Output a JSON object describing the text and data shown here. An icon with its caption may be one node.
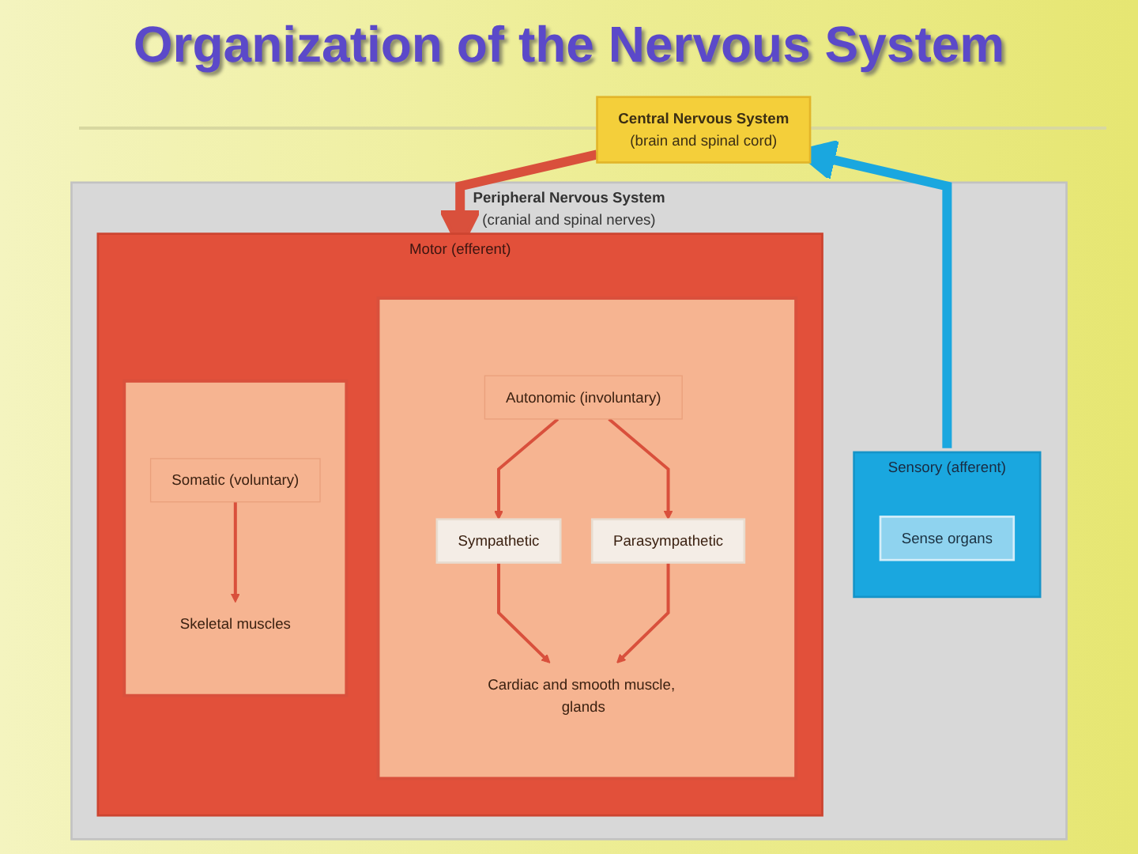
{
  "diagram": {
    "title": "Organization of the Nervous System",
    "nodes": [
      {
        "text": [
          "Central Nervous System",
          "(brain and spinal cord)"
        ]
      },
      {
        "text": [
          "Peripheral Nervous System",
          "(cranial and spinal nerves)"
        ]
      },
      {
        "text": [
          "Sensory (afferent)"
        ],
        "in": 1
      },
      {
        "text": [
          "Sense organs"
        ],
        "in": 2
      },
      {
        "text": [
          "Motor (efferent)"
        ],
        "in": 1
      },
      {
        "text": [],
        "shape": "box",
        "in": 4
      },
      {
        "text": [
          "Autonomic (involuntary)"
        ],
        "in": 5
      },
      {
        "text": [
          "Sympathetic"
        ],
        "in": 5
      },
      {
        "text": [
          "Parasympathetic"
        ],
        "in": 5
      },
      {
        "text": [
          "Cardiac and smooth muscle, glands"
        ],
        "in": 5
      },
      {
        "text": [],
        "shape": "box",
        "in": 4
      },
      {
        "text": [
          "Somatic (voluntary)"
        ],
        "in": 10
      },
      {
        "text": [
          "Skeletal muscles"
        ],
        "in": 10
      }
    ],
    "edges": [
      {
        "from": 2,
        "to": 0,
        "arrow": "to",
        "style": "thick",
        "color": "#1aa7df"
      },
      {
        "from": 0,
        "to": 4,
        "arrow": "to",
        "style": "thick"
      },
      {
        "from": 6,
        "to": 7,
        "arrow": "to"
      },
      {
        "from": 6,
        "to": 8,
        "arrow": "to"
      },
      {
        "from": 7,
        "to": 9,
        "arrow": "to"
      },
      {
        "from": 8,
        "to": 9,
        "arrow": "to"
      },
      {
        "from": 11,
        "to": 12,
        "arrow": "to"
      }
    ]
  }
}
